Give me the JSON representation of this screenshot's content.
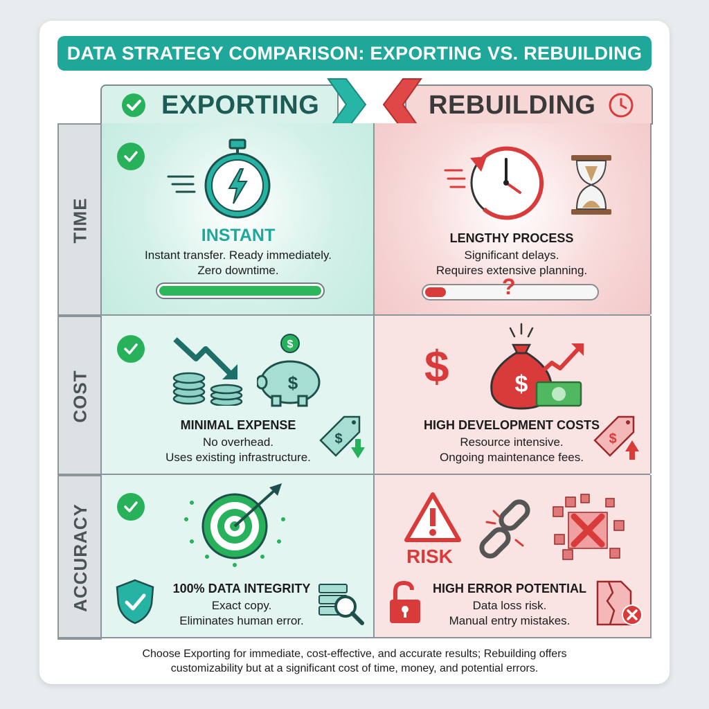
{
  "title": "DATA STRATEGY COMPARISON: EXPORTING VS. REBUILDING",
  "columns": {
    "exporting": "EXPORTING",
    "rebuilding": "REBUILDING"
  },
  "rows": {
    "time": {
      "label": "TIME",
      "exporting": {
        "heading": "INSTANT",
        "line1": "Instant transfer. Ready immediately.",
        "line2": "Zero downtime.",
        "progress": 1.0
      },
      "rebuilding": {
        "heading": "LENGTHY PROCESS",
        "line1": "Significant delays.",
        "line2": "Requires extensive planning.",
        "progress": 0.12,
        "progress_mark": "?"
      }
    },
    "cost": {
      "label": "COST",
      "exporting": {
        "heading": "MINIMAL EXPENSE",
        "line1": "No overhead.",
        "line2": "Uses existing infrastructure."
      },
      "rebuilding": {
        "heading": "HIGH DEVELOPMENT COSTS",
        "line1": "Resource intensive.",
        "line2": "Ongoing maintenance fees."
      }
    },
    "accuracy": {
      "label": "ACCURACY",
      "exporting": {
        "heading": "100% DATA INTEGRITY",
        "line1": "Exact copy.",
        "line2": "Eliminates human error."
      },
      "rebuilding": {
        "risk_label": "RISK",
        "heading": "HIGH ERROR POTENTIAL",
        "line1": "Data loss risk.",
        "line2": "Manual entry mistakes."
      }
    }
  },
  "footer": {
    "line1": "Choose Exporting for immediate, cost-effective, and accurate results; Rebuilding offers",
    "line2": "customizability but at a significant cost of time, money, and potential errors."
  },
  "colors": {
    "teal": "#1fa89a",
    "green": "#27b15a",
    "red": "#d93a3a",
    "exporting_bg": "#e3f5f0",
    "rebuilding_bg": "#fae3e3"
  },
  "icons": {
    "time_exporting": "stopwatch-lightning-icon",
    "time_rebuilding": "clock-rewind-icon",
    "cost_exporting": "piggy-bank-icon",
    "cost_rebuilding": "money-bag-icon",
    "accuracy_exporting": "target-arrow-icon",
    "accuracy_rebuilding": "broken-chain-icon"
  }
}
